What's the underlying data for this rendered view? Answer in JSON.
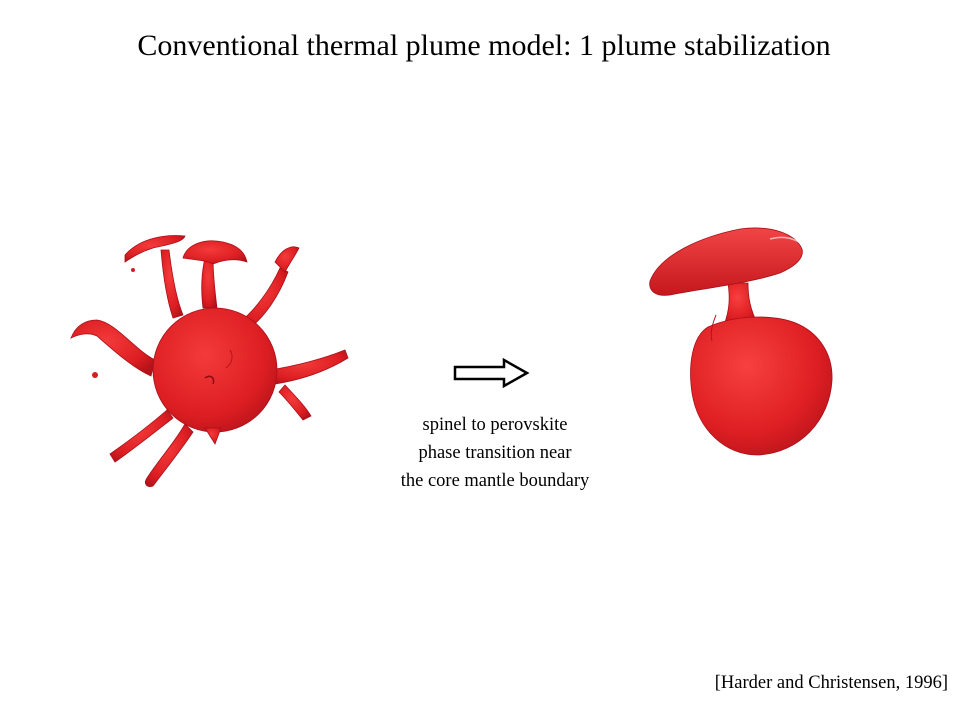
{
  "title": "Conventional thermal plume model: 1 plume stabilization",
  "figures": {
    "left": {
      "icon": "multi-plume-red-blob",
      "color": "#e01f25"
    },
    "right": {
      "icon": "single-plume-mushroom-blob",
      "color": "#e01f25"
    }
  },
  "arrow": {
    "icon": "right-arrow-outline"
  },
  "caption": {
    "line1": "spinel to perovskite",
    "line2": "phase transition near",
    "line3": "the core mantle boundary"
  },
  "citation": "[Harder and Christensen, 1996]"
}
